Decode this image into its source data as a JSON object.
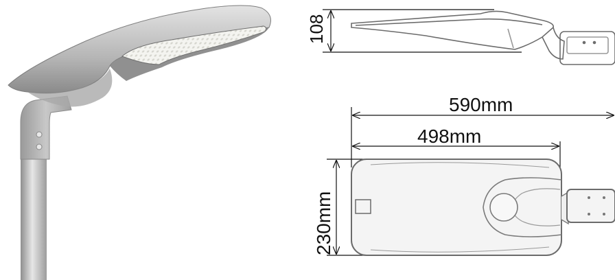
{
  "dimensions": {
    "height_label": "108",
    "overall_length_label": "590mm",
    "body_length_label": "498mm",
    "width_label": "230mm"
  },
  "colors": {
    "line": "#111111",
    "body_outline": "#6b6b6b",
    "body_fill": "#f4f4f4",
    "housing_dark": "#9a9a9a",
    "housing_light": "#d9d9d9",
    "led_panel": "#f2f2ee",
    "pole": "#b8b8b8"
  }
}
